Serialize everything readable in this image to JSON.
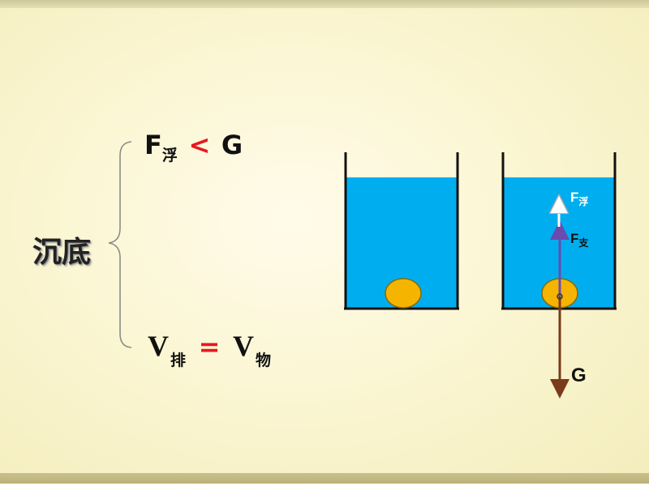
{
  "term": "沉底",
  "condition_force": {
    "f": "F",
    "f_sub": "浮",
    "op": "<",
    "g": "G"
  },
  "condition_volume": {
    "v1": "V",
    "v1_sub": "排",
    "op": "=",
    "v2": "V",
    "v2_sub": "物"
  },
  "diagram": {
    "force_labels": {
      "buoyancy": "F",
      "buoyancy_sub": "浮",
      "support": "F",
      "support_sub": "支",
      "gravity": "G"
    }
  },
  "colors": {
    "water": "#00aeef",
    "ball": "#f5b400",
    "ball_outline": "#8a6a00",
    "operator": "#e8181e",
    "gravity_arrow": "#7a3a1c",
    "support_arrow": "#6a4bb0",
    "buoyancy_arrow": "#ffffff"
  }
}
